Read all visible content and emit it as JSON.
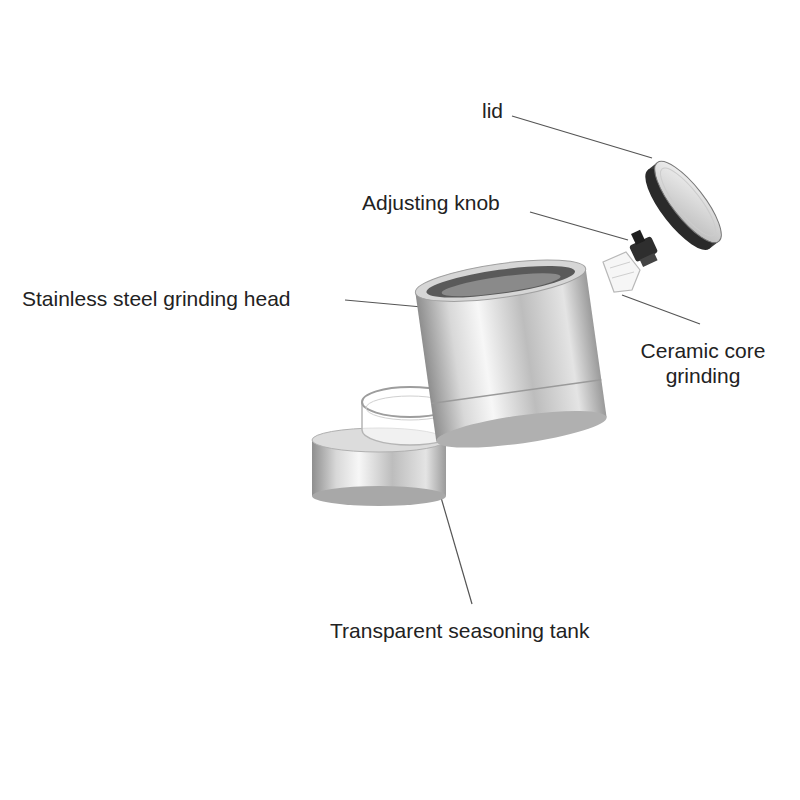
{
  "diagram": {
    "labels": [
      "lid",
      "Adjusting knob",
      "Stainless steel grinding head",
      "Ceramic core grinding",
      "Transparent seasoning tank"
    ]
  }
}
